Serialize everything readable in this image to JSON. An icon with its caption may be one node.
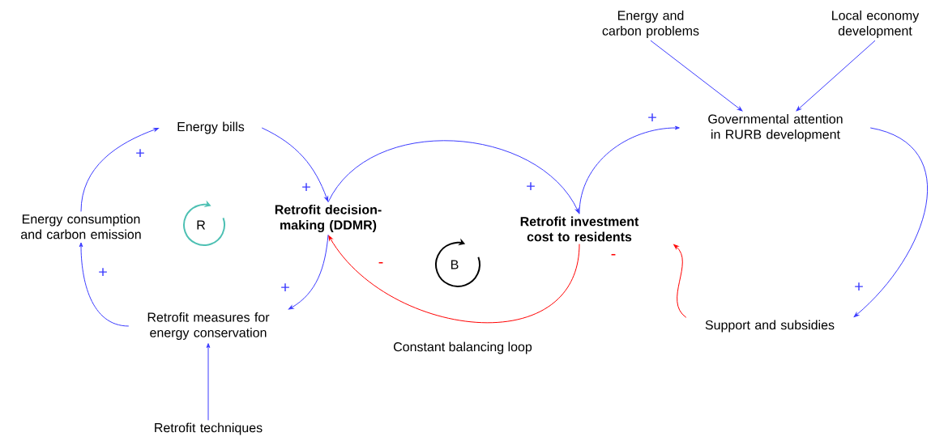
{
  "diagram": {
    "nodes": [
      {
        "text": [
          "Energy bills"
        ]
      },
      {
        "text": [
          "Retrofit decision-making (DDMR)"
        ]
      },
      {
        "text": [
          "Retrofit investment cost to residents"
        ]
      },
      {
        "text": [
          "Energy and carbon problems"
        ]
      },
      {
        "text": [
          "Local economy development"
        ]
      },
      {
        "text": [
          "Governmental attention in RURB development"
        ]
      },
      {
        "text": [
          "Energy consumption and carbon emission"
        ]
      },
      {
        "text": [
          "Retrofit measures for energy conservation"
        ]
      },
      {
        "text": [
          "Retrofit techniques"
        ]
      },
      {
        "text": [
          "Support and subsidies"
        ]
      }
    ],
    "edges": [
      {
        "from": 0,
        "to": 1,
        "arrow": "to",
        "label": "+"
      },
      {
        "from": 1,
        "to": 2,
        "arrow": "to",
        "label": "+"
      },
      {
        "from": 2,
        "to": 5,
        "arrow": "to",
        "label": "+"
      },
      {
        "from": 3,
        "to": 5,
        "arrow": "to"
      },
      {
        "from": 4,
        "to": 5,
        "arrow": "to"
      },
      {
        "from": 5,
        "to": 9,
        "arrow": "to",
        "label": "+"
      },
      {
        "from": 9,
        "to": 2,
        "arrow": "to",
        "label": "-",
        "color": "#ff0000"
      },
      {
        "from": 2,
        "to": 1,
        "arrow": "to",
        "label": "-",
        "color": "#ff0000"
      },
      {
        "from": 1,
        "to": 7,
        "arrow": "to",
        "label": "+"
      },
      {
        "from": 7,
        "to": 6,
        "arrow": "to",
        "label": "+"
      },
      {
        "from": 6,
        "to": 0,
        "arrow": "to",
        "label": "+"
      },
      {
        "from": 8,
        "to": 7,
        "arrow": "to"
      }
    ],
    "labels": [
      "R",
      "B",
      "Constant balancing loop"
    ]
  }
}
